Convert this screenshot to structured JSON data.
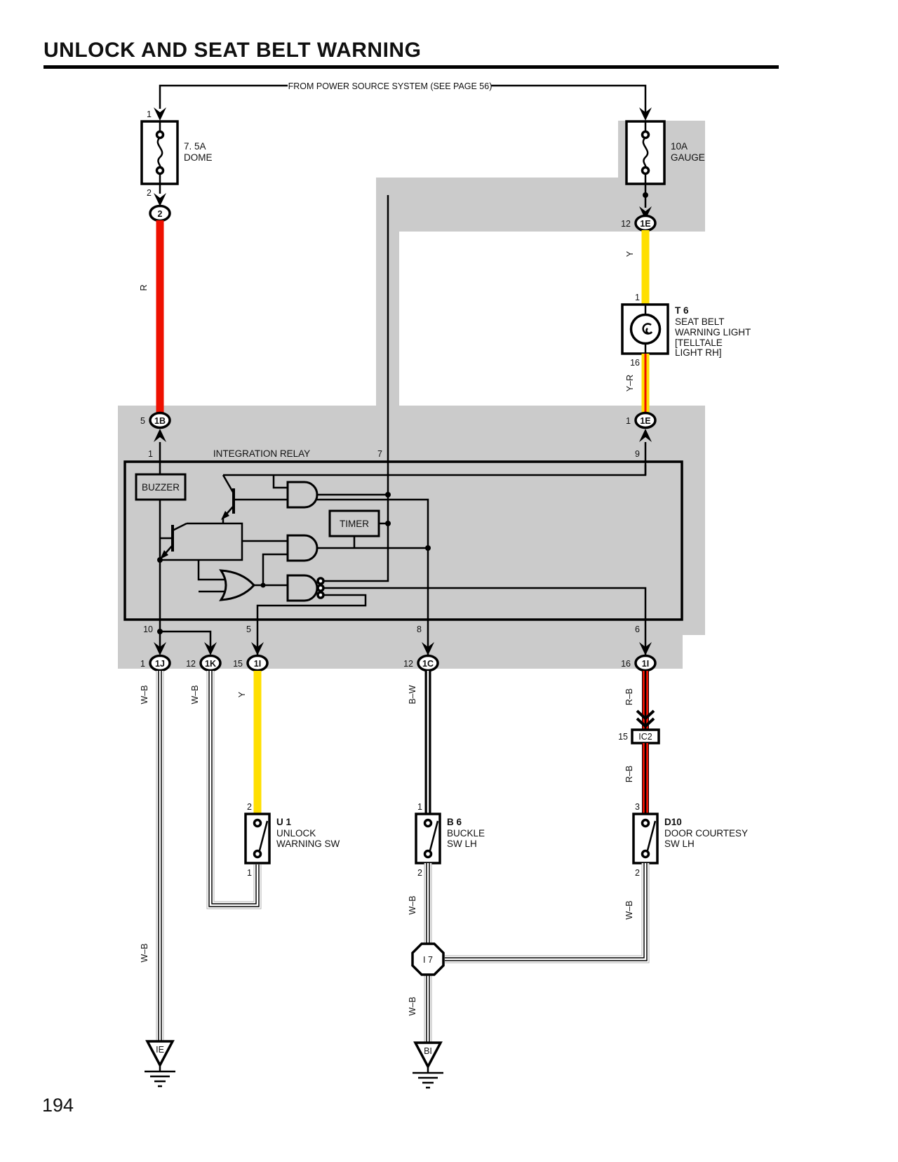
{
  "page": {
    "title": "UNLOCK AND SEAT BELT WARNING",
    "number": "194",
    "power_note": "FROM POWER SOURCE SYSTEM (SEE PAGE 56)"
  },
  "colors": {
    "accent_red": "#ee1000",
    "accent_yellow": "#ffdf00",
    "shade_gray": "#cbcbcb"
  },
  "fuses": {
    "dome": {
      "rating": "7. 5A",
      "name": "DOME",
      "pin_top": "1",
      "pin_bottom": "2"
    },
    "gauge": {
      "rating": "10A",
      "name": "GAUGE"
    }
  },
  "relay": {
    "name": "INTEGRATION RELAY",
    "buzzer": "BUZZER",
    "timer": "TIMER",
    "pin1": "1",
    "pin7": "7",
    "pin9": "9",
    "pin10": "10",
    "pin5": "5",
    "pin8": "8",
    "pin6": "6"
  },
  "connectors": {
    "c2": {
      "label": "2"
    },
    "c1b": {
      "pin": "5",
      "label": "1B"
    },
    "c1e_top": {
      "pin": "12",
      "label": "1E"
    },
    "c1e_mid": {
      "pin": "1",
      "label": "1E"
    },
    "c1j": {
      "pin": "1",
      "label": "1J"
    },
    "c1k": {
      "pin": "12",
      "label": "1K"
    },
    "c1i_l": {
      "pin": "15",
      "label": "1I"
    },
    "c1c": {
      "pin": "12",
      "label": "1C"
    },
    "c1i_r": {
      "pin": "16",
      "label": "1I"
    },
    "ic2": {
      "pin": "15",
      "label": "IC2"
    },
    "i7": {
      "label": "I 7"
    }
  },
  "components": {
    "t6": {
      "id": "T 6",
      "line1": "SEAT BELT",
      "line2": "WARNING LIGHT",
      "line3": "[TELLTALE",
      "line4": " LIGHT RH]",
      "pin_top": "1",
      "pin_bottom": "16"
    },
    "u1": {
      "id": "U 1",
      "line1": "UNLOCK",
      "line2": "WARNING SW",
      "pin_top": "2",
      "pin_bottom": "1"
    },
    "b6": {
      "id": "B 6",
      "line1": "BUCKLE",
      "line2": "SW LH",
      "pin_top": "1",
      "pin_bottom": "2"
    },
    "d10": {
      "id": "D10",
      "line1": "DOOR COURTESY",
      "line2": "SW LH",
      "pin_top": "3",
      "pin_bottom": "2"
    }
  },
  "grounds": {
    "left": "IE",
    "right": "BI"
  },
  "wire_labels": {
    "r": "R",
    "y": "Y",
    "yr": "Y–R",
    "wb": "W–B",
    "bw": "B–W",
    "rb": "R–B"
  }
}
